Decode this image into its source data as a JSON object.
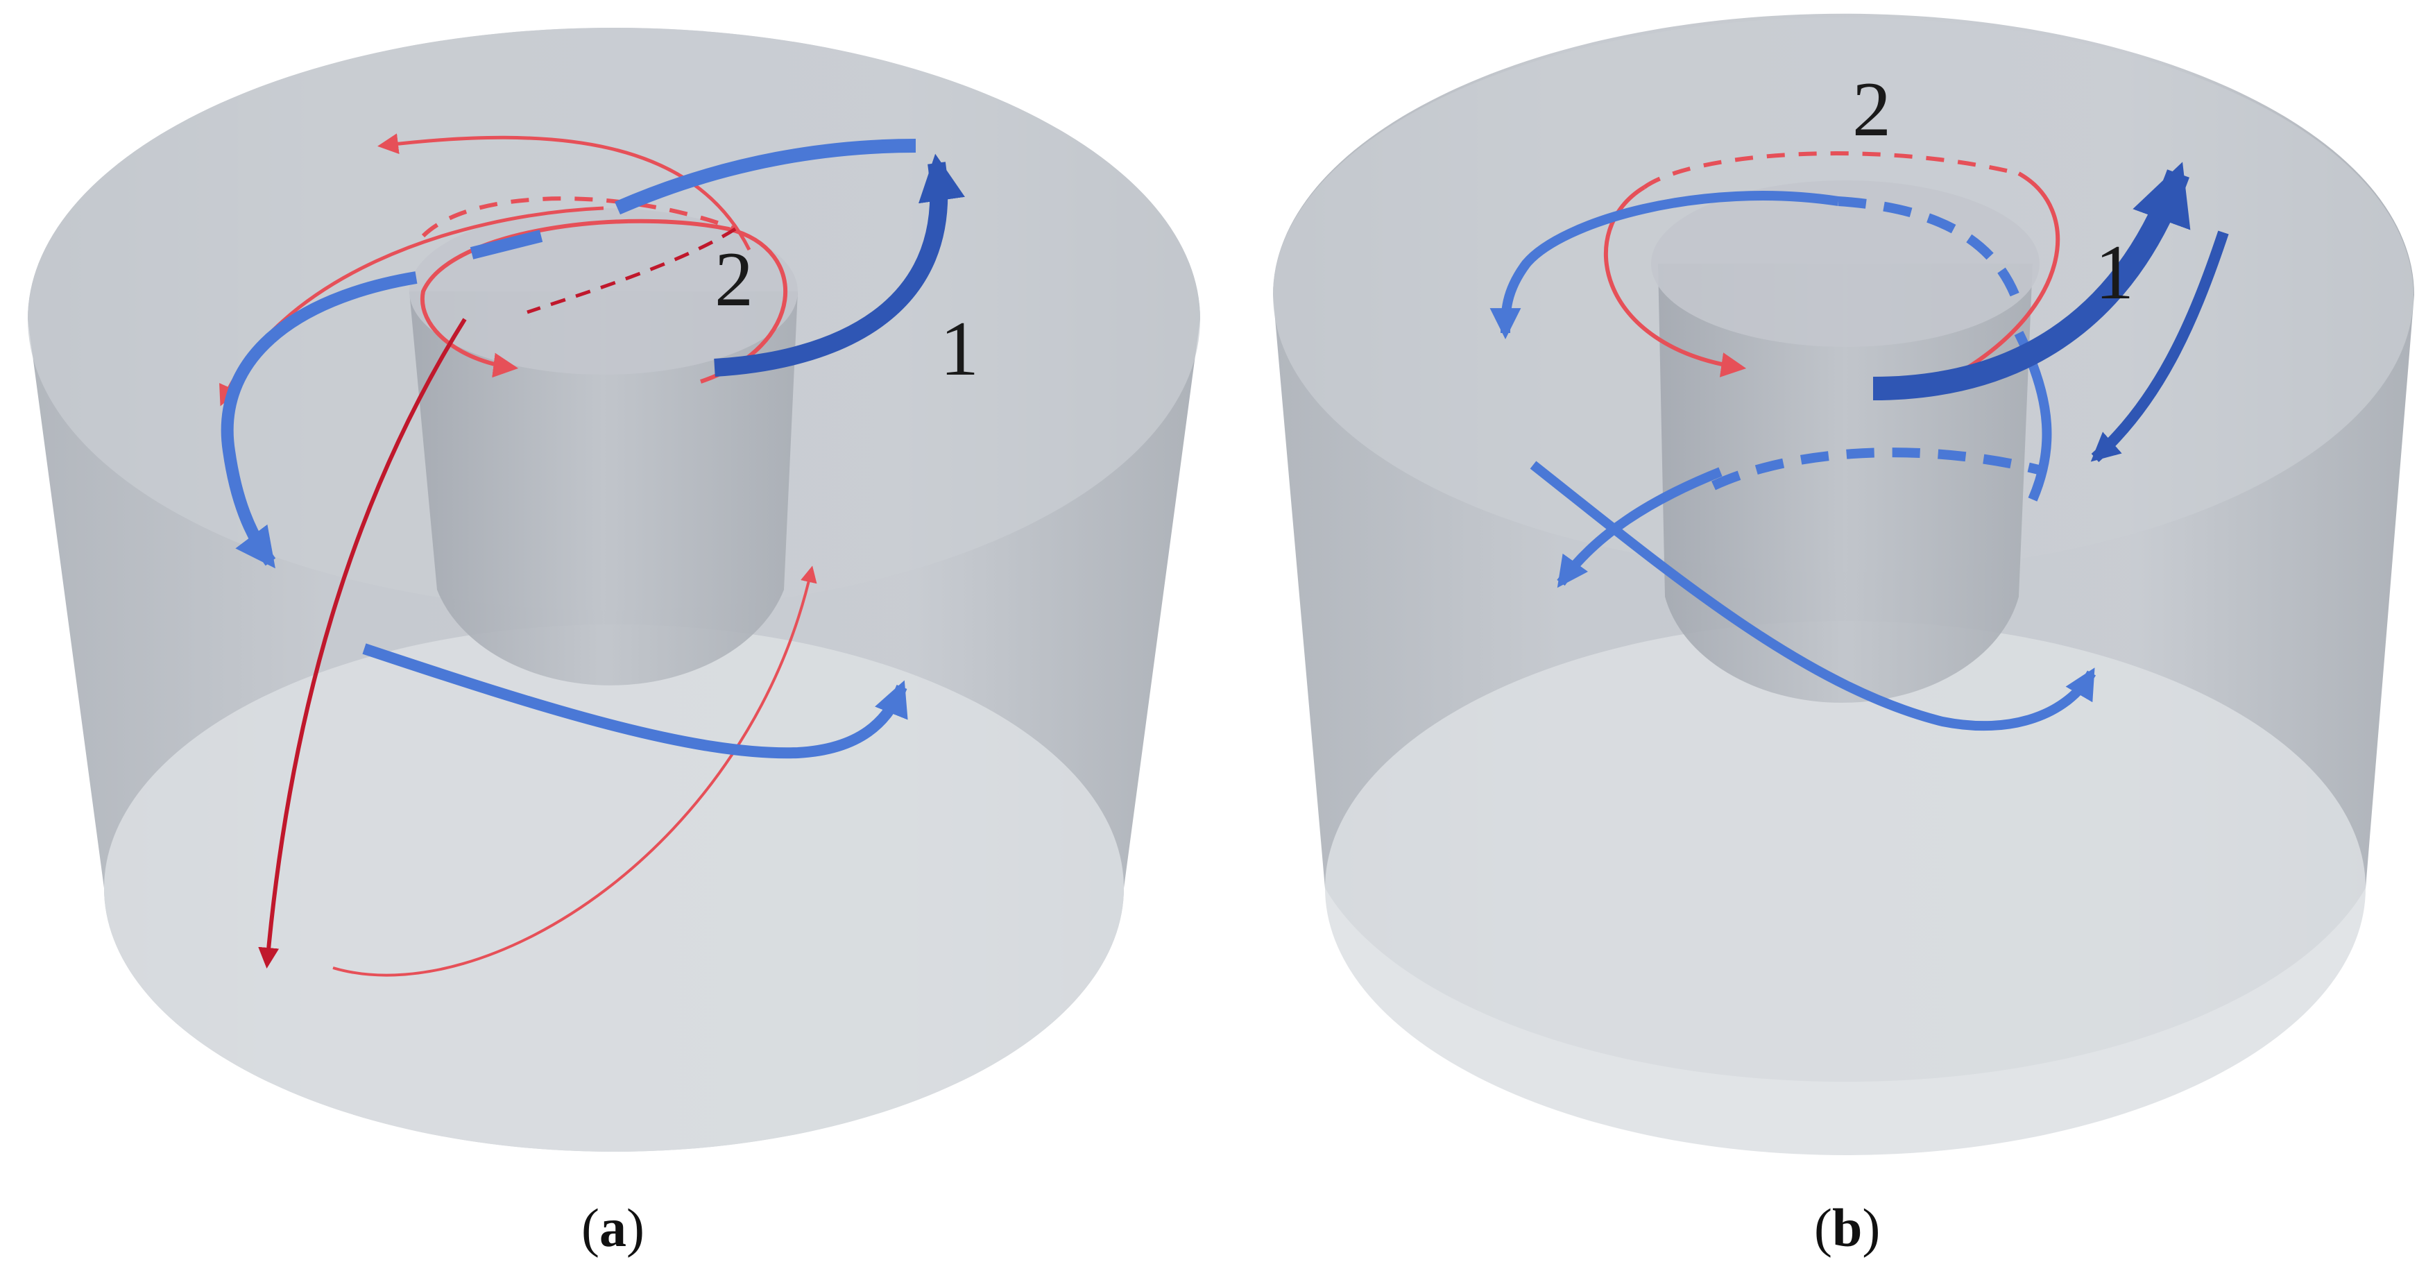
{
  "panels": [
    {
      "id": "a",
      "caption_open": "(",
      "caption_letter": "a",
      "caption_close": ")",
      "labels": {
        "primary": "1",
        "secondary": "2"
      }
    },
    {
      "id": "b",
      "caption_open": "(",
      "caption_letter": "b",
      "caption_close": ")",
      "labels": {
        "primary": "1",
        "secondary": "2"
      }
    }
  ],
  "colors": {
    "background": "#ffffff",
    "cylinder_fill": "#bfc4cb",
    "cylinder_top": "#cdd1d7",
    "cylinder_bottom": "#dfe2e6",
    "inner_cylinder": "#b4b9c0",
    "blue_flow": "#4a78d6",
    "dark_blue_flow": "#2f56b4",
    "red_flow": "#e65058",
    "dark_red_flow": "#c0182c"
  }
}
